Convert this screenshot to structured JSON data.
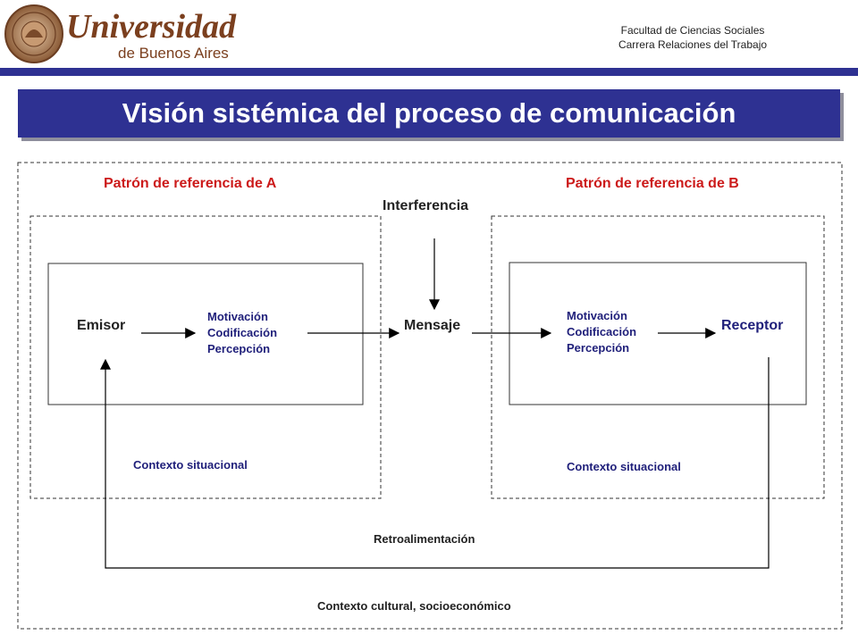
{
  "header": {
    "brand_line1": "Universidad",
    "brand_line2": "de Buenos Aires",
    "faculty": "Facultad de Ciencias Sociales",
    "career": "Carrera  Relaciones del Trabajo"
  },
  "slide": {
    "title": "Visión sistémica del proceso de comunicación"
  },
  "diagram": {
    "frame_a_label": "Patrón de referencia de A",
    "frame_b_label": "Patrón de referencia de B",
    "interference": "Interferencia",
    "emitter": "Emisor",
    "receiver": "Receptor",
    "message": "Mensaje",
    "processes_a": [
      "Motivación",
      "Codificación",
      "Percepción"
    ],
    "processes_b": [
      "Motivación",
      "Codificación",
      "Percepción"
    ],
    "context_a": "Contexto situacional",
    "context_b": "Contexto situacional",
    "feedback": "Retroalimentación",
    "outer_context": "Contexto  cultural, socioeconómico"
  },
  "colors": {
    "brand_blue": "#2e3192",
    "label_red": "#cc1a1a",
    "text_navy": "#1f1f7a"
  }
}
